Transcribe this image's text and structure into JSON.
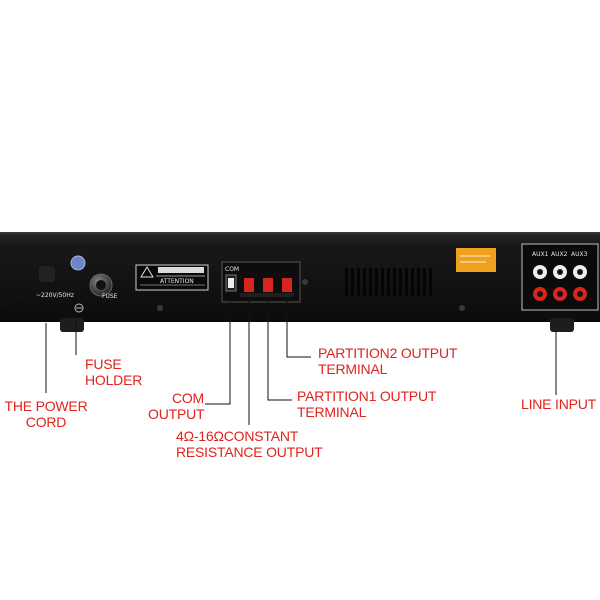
{
  "panel_text": {
    "voltage": "~220V/50Hz",
    "fuse": "FUSE",
    "attention": "ATTENTION",
    "com": "COM",
    "aux1": "AUX1",
    "aux2": "AUX2",
    "aux3": "AUX3"
  },
  "callouts": {
    "power_cord": [
      "THE POWER",
      "CORD"
    ],
    "fuse_holder": [
      "FUSE",
      "HOLDER"
    ],
    "com_output": [
      "COM",
      "OUTPUT"
    ],
    "constant_resistance": [
      "4Ω-16ΩCONSTANT",
      "RESISTANCE OUTPUT"
    ],
    "partition1": [
      "PARTITION1 OUTPUT",
      "TERMINAL"
    ],
    "partition2": [
      "PARTITION2 OUTPUT",
      "TERMINAL"
    ],
    "line_input": [
      "LINE INPUT"
    ]
  },
  "colors": {
    "callout": "#e0231d",
    "chassis": "#141416",
    "sticker": "#f0a020",
    "terminal_red": "#d8261f"
  }
}
